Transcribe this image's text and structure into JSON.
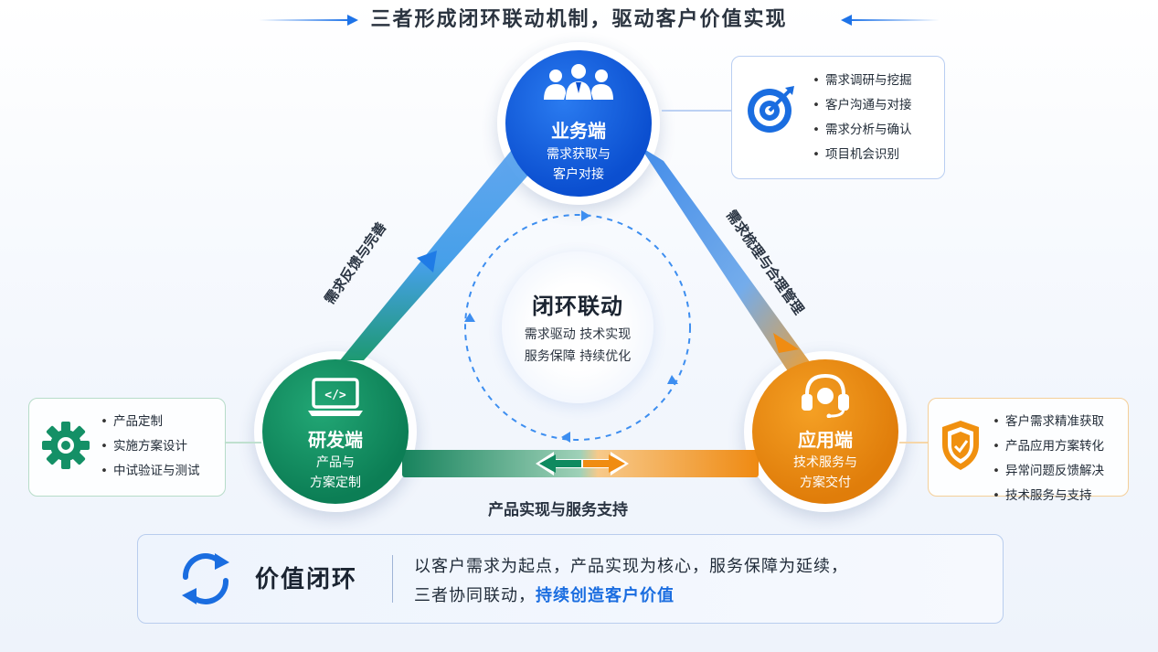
{
  "header": {
    "title": "三者形成闭环联动机制，驱动客户价值实现"
  },
  "nodes": {
    "biz": {
      "title": "业务端",
      "sub1": "需求获取与",
      "sub2": "客户对接",
      "color": "#0b4fd0",
      "icon": "team-icon"
    },
    "rd": {
      "title": "研发端",
      "sub1": "产品与",
      "sub2": "方案定制",
      "color": "#0c7e55",
      "icon": "code-laptop-icon"
    },
    "app": {
      "title": "应用端",
      "sub1": "技术服务与",
      "sub2": "方案交付",
      "color": "#e07d0a",
      "icon": "headset-icon"
    }
  },
  "center": {
    "title": "闭环联动",
    "line1": "需求驱动  技术实现",
    "line2": "服务保障  持续优化"
  },
  "edges": {
    "left": "需求反馈与完善",
    "right": "需求梳理与合理管理",
    "bottom": "产品实现与服务支持"
  },
  "cards": {
    "biz": {
      "icon": "target-icon",
      "items": [
        "需求调研与挖掘",
        "客户沟通与对接",
        "需求分析与确认",
        "项目机会识别"
      ]
    },
    "rd": {
      "icon": "gear-icon",
      "items": [
        "产品定制",
        "实施方案设计",
        "中试验证与测试"
      ]
    },
    "app": {
      "icon": "shield-icon",
      "items": [
        "客户需求精准获取",
        "产品应用方案转化",
        "异常问题反馈解决",
        "技术服务与支持"
      ]
    }
  },
  "bottom": {
    "icon": "refresh-cycle-icon",
    "title": "价值闭环",
    "line1": "以客户需求为起点，产品实现为核心，服务保障为延续，",
    "line2_prefix": "三者协同联动，",
    "line2_highlight": "持续创造客户价值"
  },
  "colors": {
    "blue": "#1a6de0",
    "green": "#0c7e55",
    "orange": "#e07d0a"
  }
}
